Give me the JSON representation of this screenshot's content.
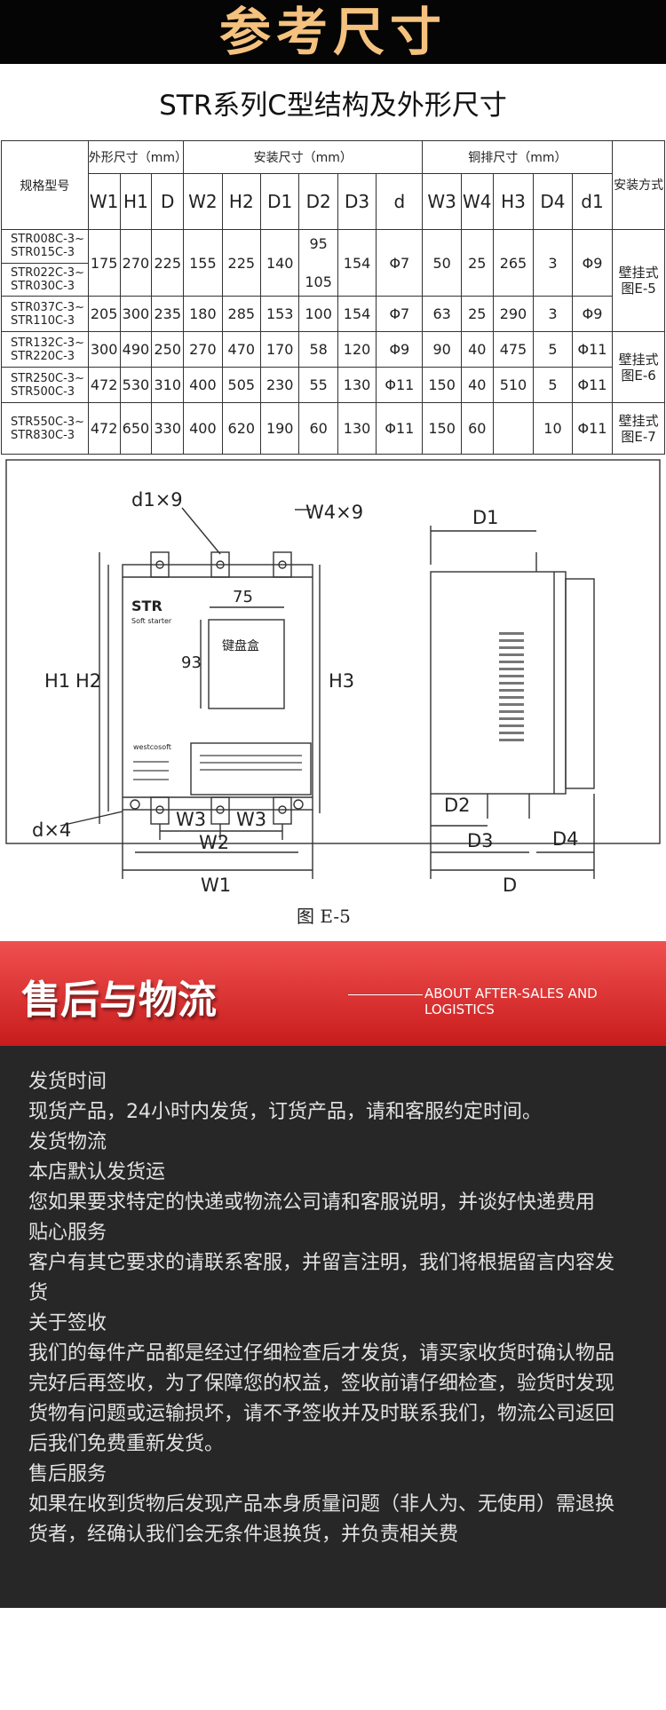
{
  "header": {
    "title": "参考尺寸"
  },
  "table": {
    "title": "STR系列C型结构及外形尺寸",
    "group_headers": [
      "外形尺寸（mm）",
      "安装尺寸（mm）",
      "铜排尺寸（mm）"
    ],
    "model_header": "规格型号",
    "mount_header": "安装方式",
    "columns": [
      "W1",
      "H1",
      "D",
      "W2",
      "H2",
      "D1",
      "D2",
      "D3",
      "d",
      "W3",
      "W4",
      "H3",
      "D4",
      "d1"
    ],
    "rows": [
      {
        "model_a": "STR008C-3~",
        "model_b": "STR015C-3",
        "model_c": "STR022C-3~",
        "model_d": "STR030C-3",
        "W1": "175",
        "H1": "270",
        "D": "225",
        "W2": "155",
        "H2": "225",
        "D1": "140",
        "D2_top": "95",
        "D2_bottom": "105",
        "D3": "154",
        "d": "Φ7",
        "W3": "50",
        "W4": "25",
        "H3": "265",
        "D4": "3",
        "d1": "Φ9"
      },
      {
        "model_a": "STR037C-3~",
        "model_b": "STR110C-3",
        "W1": "205",
        "H1": "300",
        "D": "235",
        "W2": "180",
        "H2": "285",
        "D1": "153",
        "D2": "100",
        "D3": "154",
        "d": "Φ7",
        "W3": "63",
        "W4": "25",
        "H3": "290",
        "D4": "3",
        "d1": "Φ9"
      },
      {
        "model_a": "STR132C-3~",
        "model_b": "STR220C-3",
        "W1": "300",
        "H1": "490",
        "D": "250",
        "W2": "270",
        "H2": "470",
        "D1": "170",
        "D2": "58",
        "D3": "120",
        "d": "Φ9",
        "W3": "90",
        "W4": "40",
        "H3": "475",
        "D4": "5",
        "d1": "Φ11"
      },
      {
        "model_a": "STR250C-3~",
        "model_b": "STR500C-3",
        "W1": "472",
        "H1": "530",
        "D": "310",
        "W2": "400",
        "H2": "505",
        "D1": "230",
        "D2": "55",
        "D3": "130",
        "d": "Φ11",
        "W3": "150",
        "W4": "40",
        "H3": "510",
        "D4": "5",
        "d1": "Φ11"
      },
      {
        "model_a": "STR550C-3~",
        "model_b": "STR830C-3",
        "W1": "472",
        "H1": "650",
        "D": "330",
        "W2": "400",
        "H2": "620",
        "D1": "190",
        "D2": "60",
        "D3": "130",
        "d": "Φ11",
        "W3": "150",
        "W4": "60",
        "H3": "",
        "D4": "10",
        "d1": "Φ11"
      }
    ],
    "mount": {
      "e5_line1": "壁挂式",
      "e5_line2": "图E-5",
      "e6_line1": "壁挂式",
      "e6_line2": "图E-6",
      "e7_line1": "壁挂式",
      "e7_line2": "图E-7"
    }
  },
  "diagram": {
    "d1x9": "d1×9",
    "w4x9": "W4×9",
    "d1": "D1",
    "h1": "H1",
    "h2": "H2",
    "h3": "H3",
    "dim75": "75",
    "dim93": "93",
    "str": "STR",
    "soft_starter": "Soft starter",
    "keypad": "键盘盒",
    "brand": "westcosoft",
    "dx4": "d×4",
    "w3a": "W3",
    "w3b": "W3",
    "w2": "W2",
    "w1": "W1",
    "d2": "D2",
    "d3": "D3",
    "d4": "D4",
    "d": "D",
    "caption": "图 E-5"
  },
  "section2": {
    "title": "售后与物流",
    "subtitle": "ABOUT AFTER-SALES AND LOGISTICS"
  },
  "info": {
    "p1": "发货时间",
    "p2": "现货产品，24小时内发货，订货产品，请和客服约定时间。",
    "p3": "发货物流",
    "p4": "本店默认发货运",
    "p5": "您如果要求特定的快递或物流公司请和客服说明，并谈好快递费用",
    "p6": "贴心服务",
    "p7": "客户有其它要求的请联系客服，并留言注明，我们将根据留言内容发货",
    "p8": "关于签收",
    "p9": "我们的每件产品都是经过仔细检查后才发货，请买家收货时确认物品完好后再签收，为了保障您的权益，签收前请仔细检查，验货时发现货物有问题或运输损坏，请不予签收并及时联系我们，物流公司返回后我们免费重新发货。",
    "p10": "售后服务",
    "p11": "如果在收到货物后发现产品本身质量问题（非人为、无使用）需退换货者，经确认我们会无条件退换货，并负责相关费"
  }
}
